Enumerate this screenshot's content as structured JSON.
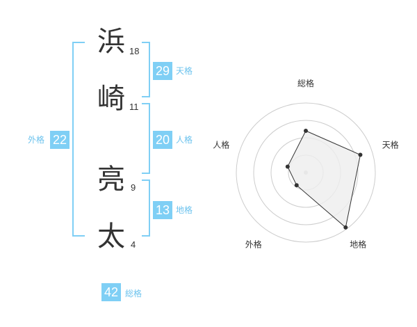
{
  "name": {
    "characters": [
      {
        "char": "浜",
        "strokes": "18"
      },
      {
        "char": "崎",
        "strokes": "11"
      },
      {
        "char": "亮",
        "strokes": "9"
      },
      {
        "char": "太",
        "strokes": "4"
      }
    ]
  },
  "fortunes": {
    "tenkaku": {
      "value": "29",
      "label": "天格"
    },
    "jinkaku": {
      "value": "20",
      "label": "人格"
    },
    "chikaku": {
      "value": "13",
      "label": "地格"
    },
    "gaikaku": {
      "value": "22",
      "label": "外格"
    },
    "soukaku": {
      "value": "42",
      "label": "総格"
    }
  },
  "colors": {
    "accent": "#7fcff5",
    "label_text": "#6dc3ee",
    "radar_fill": "#eeeeee",
    "radar_line": "#333333"
  },
  "chart_data": {
    "type": "radar",
    "axes": [
      "総格",
      "天格",
      "地格",
      "外格",
      "人格"
    ],
    "rings": 4,
    "values": [
      2.4,
      3.3,
      3.9,
      0.9,
      1.1
    ],
    "max": 4,
    "grid": true
  }
}
